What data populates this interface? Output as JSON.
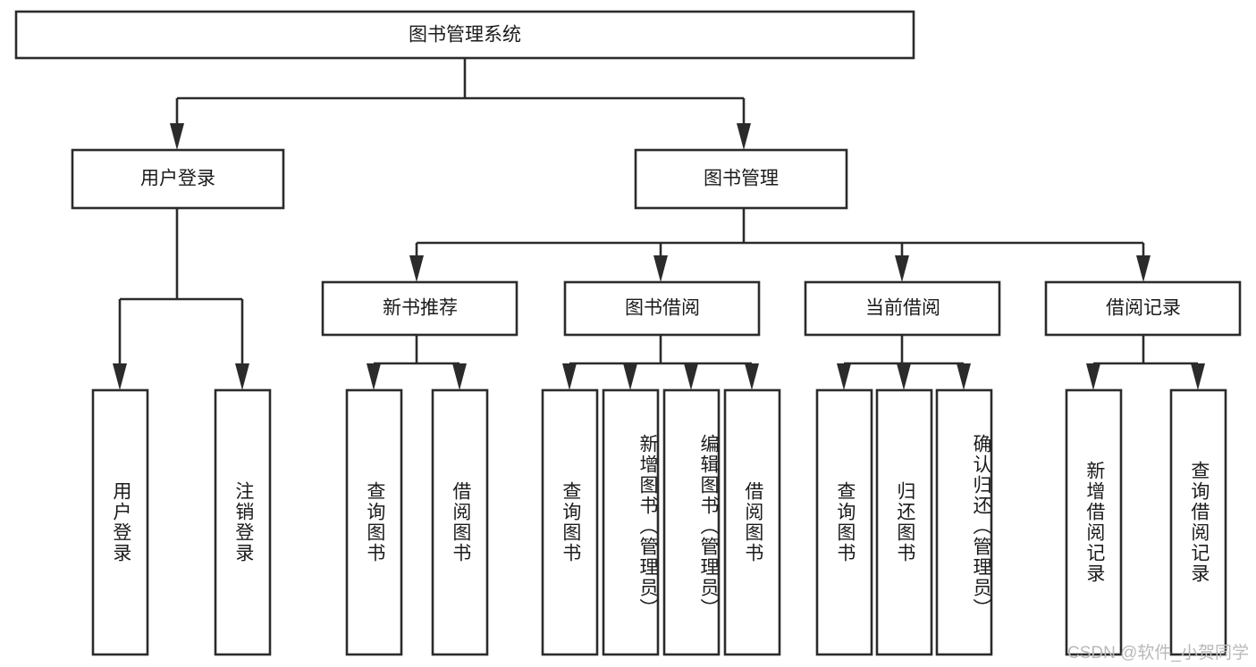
{
  "diagram": {
    "title": "图书管理系统",
    "type": "hierarchy-tree",
    "watermark": "CSDN @软件_小贺同学",
    "colors": {
      "stroke": "#2b2b2b",
      "box_fill": "#ffffff",
      "text": "#1b1b1b",
      "background": "#ffffff",
      "watermark": "#b9b9b9"
    },
    "root": {
      "label": "图书管理系统"
    },
    "level2": [
      {
        "label": "用户登录"
      },
      {
        "label": "图书管理"
      }
    ],
    "level3": [
      {
        "label": "新书推荐"
      },
      {
        "label": "图书借阅"
      },
      {
        "label": "当前借阅"
      },
      {
        "label": "借阅记录"
      }
    ],
    "leaves": {
      "user_login": [
        {
          "label": "用户登录"
        },
        {
          "label": "注销登录"
        }
      ],
      "new_book_recommend": [
        {
          "label": "查询图书"
        },
        {
          "label": "借阅图书"
        }
      ],
      "book_borrow": [
        {
          "label": "查询图书"
        },
        {
          "label": "新增图书（管理员）"
        },
        {
          "label": "编辑图书（管理员）"
        },
        {
          "label": "借阅图书"
        }
      ],
      "current_borrow": [
        {
          "label": "查询图书"
        },
        {
          "label": "归还图书"
        },
        {
          "label": "确认归还（管理员）"
        }
      ],
      "borrow_record": [
        {
          "label": "新增借阅记录"
        },
        {
          "label": "查询借阅记录"
        }
      ]
    }
  }
}
